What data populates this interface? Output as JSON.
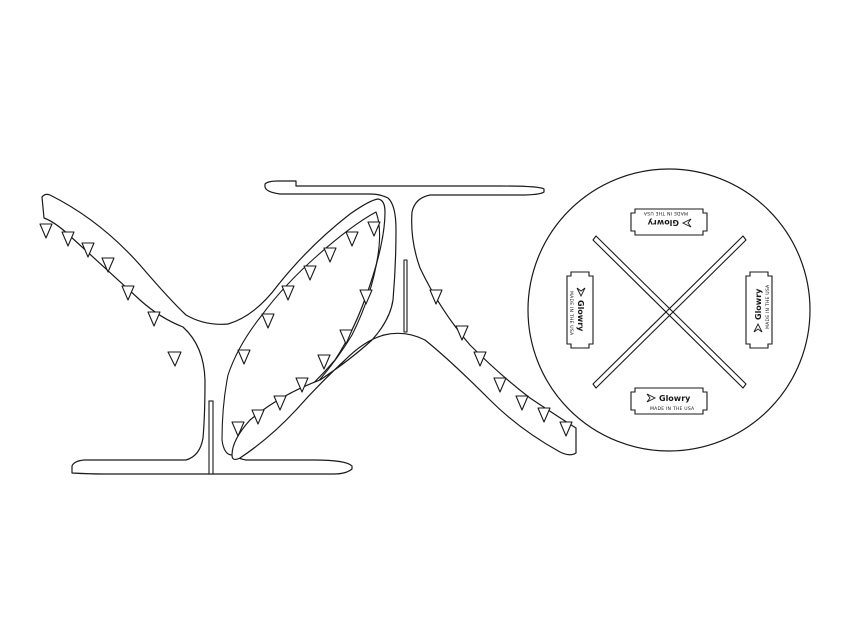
{
  "labels": {
    "brand": "Glowry",
    "made_in": "MADE IN THE USA"
  },
  "colors": {
    "line": "#1a1a1a",
    "background": "#ffffff"
  },
  "parts": [
    "left-tree-panel",
    "top-tree-panel",
    "round-base"
  ]
}
